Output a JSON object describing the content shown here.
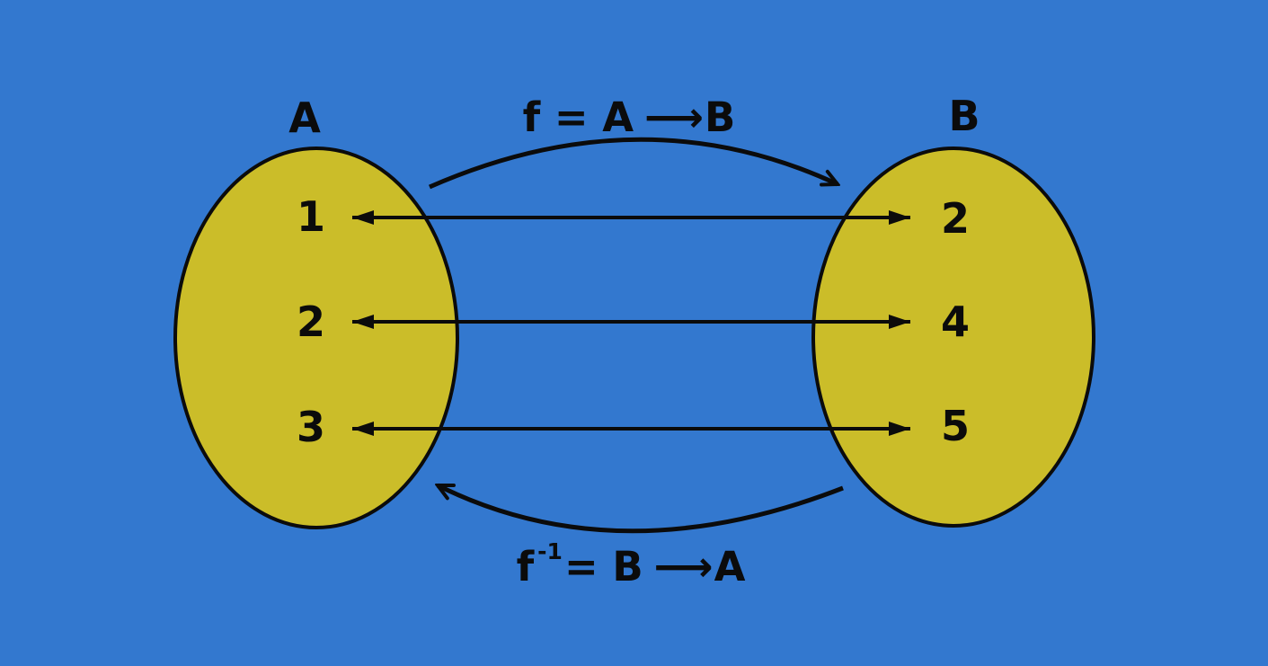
{
  "colors": {
    "background": "#3378CF",
    "set_fill": "#CBBD29",
    "line": "#0B0B0B"
  },
  "sets": {
    "a": {
      "label": "A",
      "elements": [
        "1",
        "2",
        "3"
      ]
    },
    "b": {
      "label": "B",
      "elements": [
        "2",
        "4",
        "5"
      ]
    }
  },
  "mappings": [
    {
      "from": "1",
      "to": "2"
    },
    {
      "from": "2",
      "to": "4"
    },
    {
      "from": "3",
      "to": "5"
    }
  ],
  "formulas": {
    "forward": {
      "lhs": "f = A",
      "arrow": "⟶",
      "rhs": "B"
    },
    "inverse": {
      "base": "f",
      "sup": "-1",
      "mid": "= B",
      "arrow": "⟶",
      "rhs": "A"
    }
  }
}
